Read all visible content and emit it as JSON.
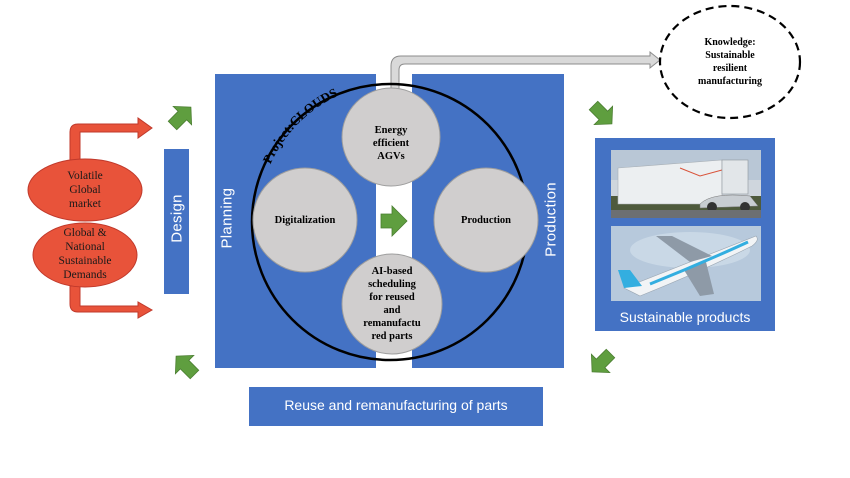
{
  "diagram": {
    "drivers": [
      {
        "id": "volatile",
        "label": "Volatile\nGlobal\nmarket"
      },
      {
        "id": "sustainable-demands",
        "label": "Global &\nNational\nSustainable\nDemands"
      }
    ],
    "stages": {
      "design": "Design",
      "planning": "Planning",
      "production": "Production",
      "reuse": "Reuse and remanufacturing of parts"
    },
    "project": {
      "label": "Project:CLOUDS",
      "nodes": [
        {
          "id": "agv",
          "label": "Energy\nefficient\nAGVs"
        },
        {
          "id": "digitalization",
          "label": "Digitalization"
        },
        {
          "id": "production",
          "label": "Production"
        },
        {
          "id": "scheduling",
          "label": "AI-based\nscheduling\nfor reused\nand\nremanufactu\nred parts"
        }
      ]
    },
    "knowledge": {
      "label": "Knowledge:\nSustainable\nresilient\nmanufacturing"
    },
    "products": {
      "label": "Sustainable products",
      "images": [
        {
          "id": "truck",
          "description": "autonomous electric truck"
        },
        {
          "id": "airplane",
          "description": "passenger airplane"
        }
      ]
    },
    "colors": {
      "stage_blue": "#4472c4",
      "driver_red": "#e8533a",
      "flow_green": "#5f9e3f",
      "node_gray": "#d0cece",
      "knowledge_arrow": "#d9d9d9"
    }
  }
}
